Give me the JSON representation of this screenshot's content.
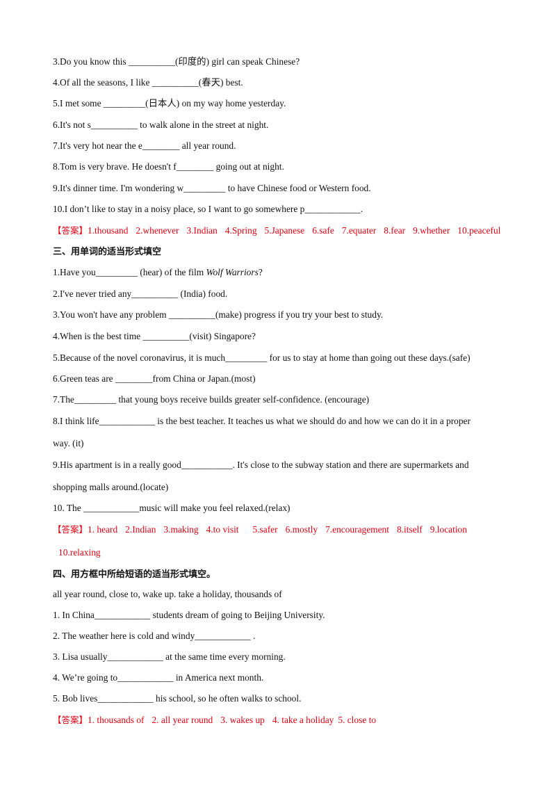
{
  "part2_tail": {
    "q3": "3.Do you know this  __________(印度的) girl can speak Chinese?",
    "q4": "4.Of  all  the  seasons,  I  like  __________(春天)  best.",
    "q5": "5.I  met  some  _________(日本人)  on  my  way  home  yesterday.",
    "q6": "6.It's not s__________  to walk alone in the street at night.",
    "q7": "7.It's very hot near the e________  all year round.",
    "q8": "8.Tom is very brave. He doesn't f________  going out at night.",
    "q9": "9.It's dinner time. I'm wondering w_________  to have Chinese food or Western food.",
    "q10": "10.I don’t like to stay in a noisy place, so I want to go somewhere p____________.",
    "answer_label": "【答案】",
    "answers": [
      "1.thousand",
      "2.whenever",
      "3.Indian",
      "4.Spring",
      "5.Japanese",
      "6.safe",
      "7.equater",
      "8.fear",
      "9.whether",
      "10.peaceful"
    ]
  },
  "part3": {
    "heading": "三、用单词的适当形式填空",
    "q1_before": "1.Have you_________  (hear) of the film  ",
    "q1_italic": "Wolf Warriors",
    "q1_after": "?",
    "q2": "2.I've never tried any__________  (India) food.",
    "q3": "3.You won't have any problem  __________(make) progress if you try your best to study.",
    "q4": "4.When is the best time  __________(visit) Singapore?",
    "q5": "5.Because of the novel coronavirus, it is much_________  for us to stay at home than going out these days.(safe)",
    "q6": "6.Green teas are  ________from China or Japan.(most)",
    "q7": "7.The_________  that young boys receive builds greater self-confidence. (encourage)",
    "q8_line1": "8.I think life____________  is the best teacher. It teaches us what we should do and how we can do it in a proper",
    "q8_line2": "way. (it)",
    "q9_line1": "9.His apartment is in a really good___________. It's close to the subway station and there are supermarkets and",
    "q9_line2": "shopping malls around.(locate)",
    "q10": "10. The  ____________music will make you feel relaxed.(relax)",
    "answer_label": "【答案】",
    "answers": [
      "1. heard",
      "2.Indian",
      "3.making",
      "4.to visit",
      "5.safer",
      "6.mostly",
      "7.encouragement",
      "8.itself",
      "9.location"
    ],
    "answers_line2": "10.relaxing"
  },
  "part4": {
    "heading": "四、用方框中所给短语的适当形式填空。",
    "phrases": "all year round, close to, wake up. take a holiday, thousands of",
    "q1": "1. In China____________  students dream of going to Beijing University.",
    "q2": "2. The weather here is cold and windy____________  .",
    "q3": "3. Lisa usually____________  at the same time every morning.",
    "q4": "4. We’re going to____________  in America next month.",
    "q5": "5. Bob lives____________  his school, so he often walks to school.",
    "answer_label": "【答案】",
    "answers": [
      "1. thousands of",
      "2. all year round",
      "3. wakes up",
      "4. take a holiday",
      "5. close to"
    ]
  }
}
